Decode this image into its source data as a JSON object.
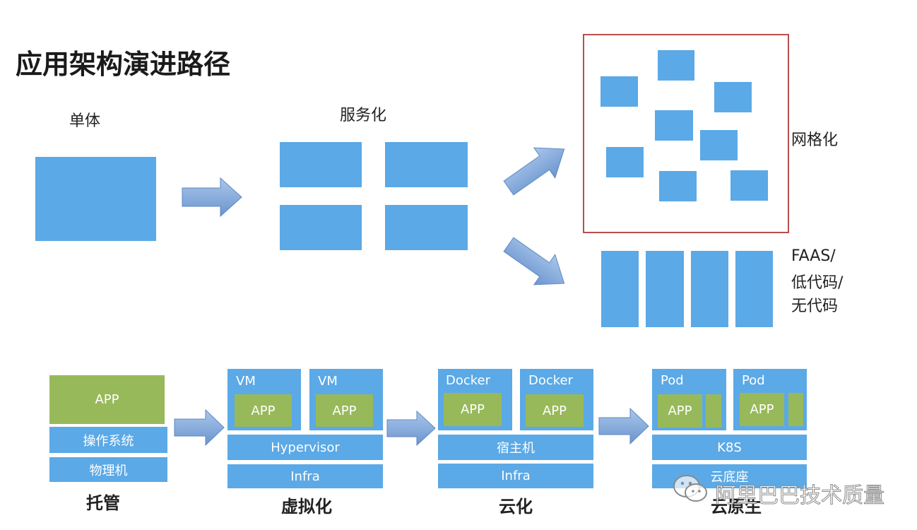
{
  "title": "应用架构演进路径",
  "top": {
    "monolith_label": "单体",
    "service_label": "服务化",
    "mesh_label": "网格化",
    "faas_lines": [
      "FAAS/",
      "低代码/",
      "无代码"
    ]
  },
  "bottom": {
    "hosting": {
      "app": "APP",
      "os": "操作系统",
      "hw": "物理机",
      "caption": "托管"
    },
    "virtual": {
      "vm1": "VM",
      "vm2": "VM",
      "app1": "APP",
      "app2": "APP",
      "hypervisor": "Hypervisor",
      "infra": "Infra",
      "caption": "虚拟化"
    },
    "cloud": {
      "docker1": "Docker",
      "docker2": "Docker",
      "app1": "APP",
      "app2": "APP",
      "host": "宿主机",
      "infra": "Infra",
      "caption": "云化"
    },
    "native": {
      "pod1": "Pod",
      "pod2": "Pod",
      "app1": "APP",
      "app2": "APP",
      "k8s": "K8S",
      "base": "云底座",
      "caption": "云原生"
    }
  },
  "watermark": "阿里巴巴技术质量",
  "colors": {
    "box_blue": "#5ba9e6",
    "app_green": "#98b95a",
    "mesh_border": "#b5504f",
    "arrow_fill": "#7ea7d8"
  }
}
